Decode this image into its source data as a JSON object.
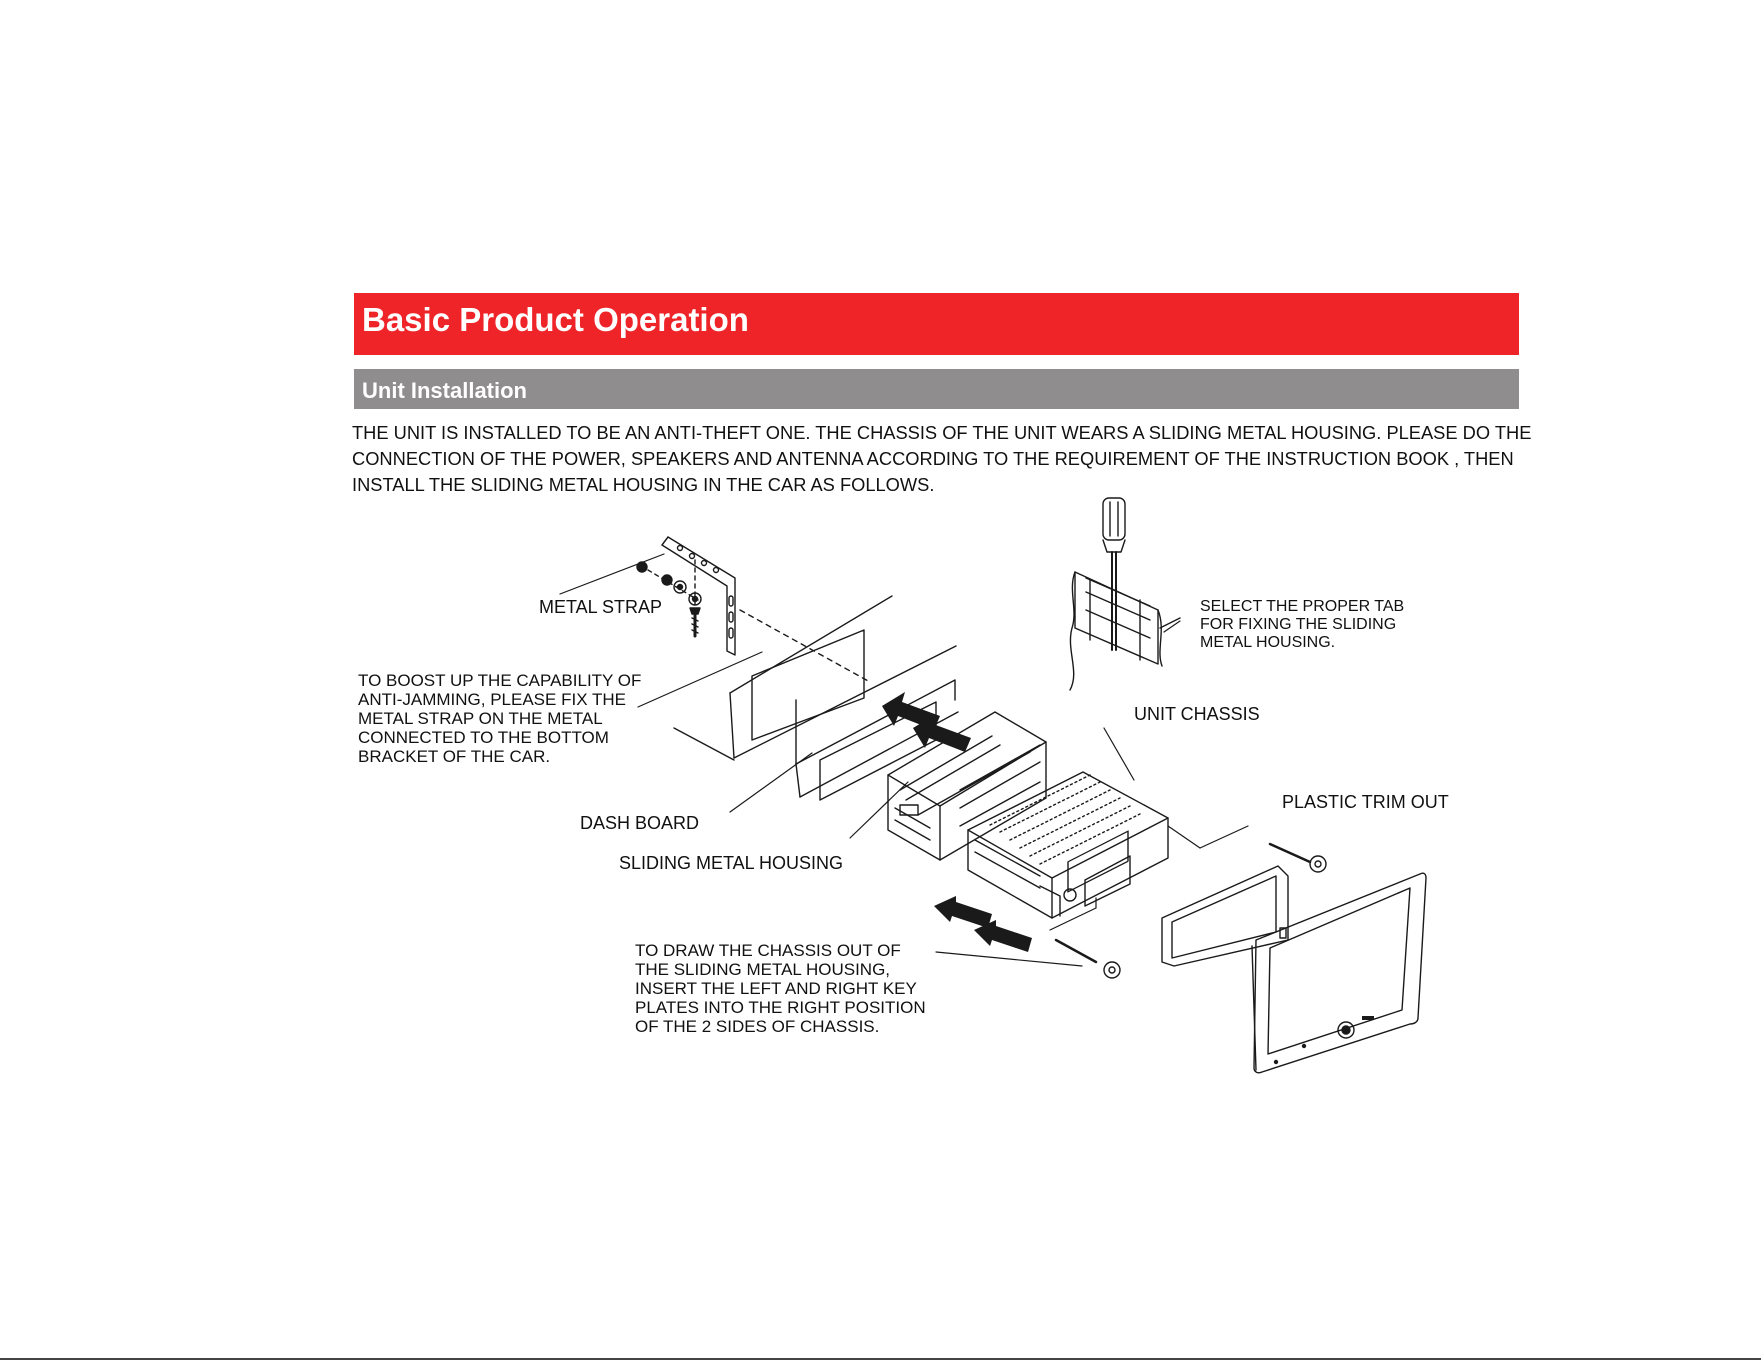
{
  "header": {
    "title": "Basic Product Operation"
  },
  "section": {
    "title": "Unit Installation"
  },
  "intro": {
    "lines": [
      "THE UNIT IS INSTALLED TO BE AN ANTI-THEFT ONE. THE CHASSIS OF THE UNIT WEARS A SLIDING METAL HOUSING. PLEASE DO THE",
      "CONNECTION OF THE POWER, SPEAKERS AND ANTENNA ACCORDING TO THE REQUIREMENT OF THE INSTRUCTION BOOK , THEN",
      "INSTALL THE SLIDING METAL HOUSING IN THE CAR AS FOLLOWS."
    ]
  },
  "labels": {
    "metal_strap": "METAL STRAP",
    "anti_jamming": [
      "TO BOOST UP THE CAPABILITY OF",
      "ANTI-JAMMING, PLEASE FIX THE",
      "METAL STRAP ON THE METAL",
      "CONNECTED TO THE BOTTOM",
      "BRACKET OF THE CAR."
    ],
    "dash_board": "DASH BOARD",
    "sliding_metal_housing": "SLIDING METAL HOUSING",
    "select_tab": [
      "SELECT THE PROPER TAB",
      "FOR FIXING THE SLIDING",
      "METAL HOUSING."
    ],
    "unit_chassis": "UNIT CHASSIS",
    "plastic_trim_out": "PLASTIC TRIM OUT",
    "draw_chassis": [
      "TO DRAW THE CHASSIS OUT OF",
      "THE SLIDING METAL HOUSING,",
      "INSERT THE LEFT AND RIGHT KEY",
      "PLATES INTO THE RIGHT POSITION",
      "OF THE 2 SIDES OF CHASSIS."
    ]
  },
  "colors": {
    "header_red": "#ee2429",
    "subheader_gray": "#8f8d8e",
    "line": "#1a1a1a"
  }
}
